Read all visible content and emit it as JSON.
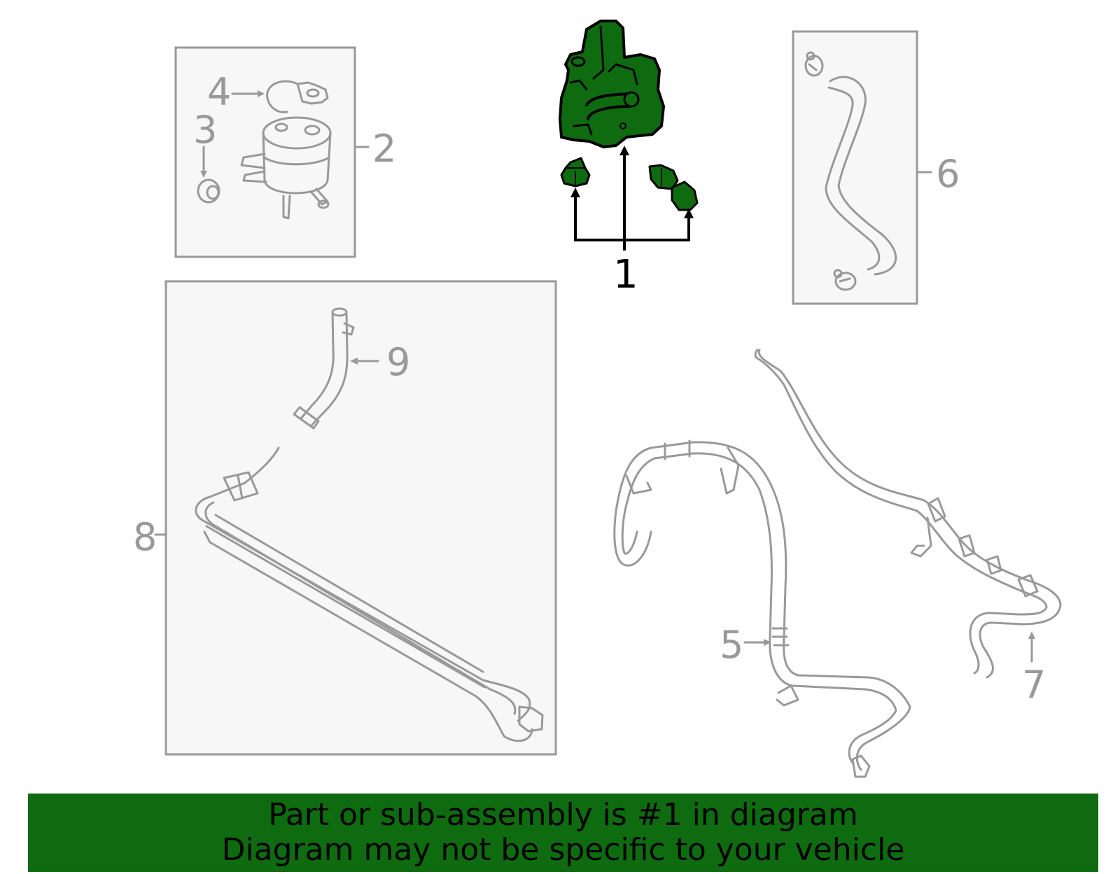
{
  "diagram": {
    "callouts": {
      "c1": "1",
      "c2": "2",
      "c3": "3",
      "c4": "4",
      "c5": "5",
      "c6": "6",
      "c7": "7",
      "c8": "8",
      "c9": "9"
    },
    "colors": {
      "highlight_fill": "#0f6b0f",
      "outline": "#999999",
      "box_fill": "#f7f7f7",
      "text_main": "#000000"
    }
  },
  "banner": {
    "line1": "Part or sub-assembly is #1 in diagram",
    "line2": "Diagram may not be specific to your vehicle"
  }
}
